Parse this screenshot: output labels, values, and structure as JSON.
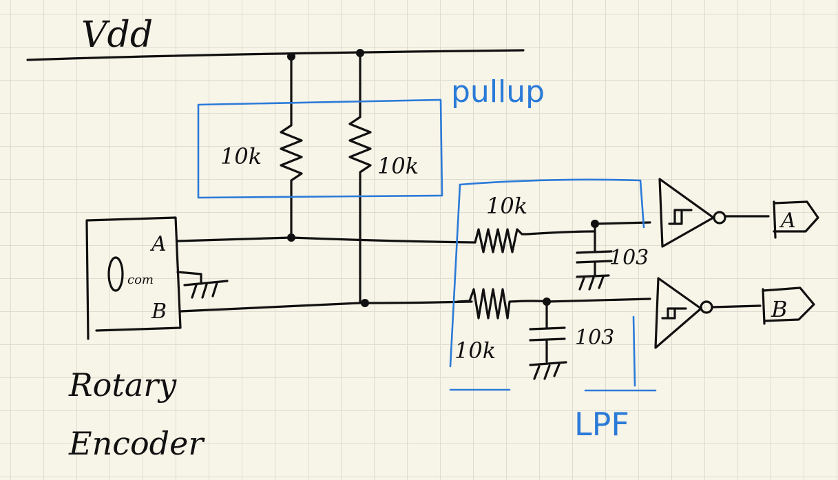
{
  "labels": {
    "vdd": "Vdd",
    "pullup": "pullup",
    "lpf": "LPF",
    "r_left": "10k",
    "r_right": "10k",
    "r_lpf_a": "10k",
    "r_lpf_b": "10k",
    "cap_a": "103",
    "cap_b": "103",
    "pin_a": "A",
    "pin_com": "com",
    "pin_b": "B",
    "encoder_line1": "Rotary",
    "encoder_line2": "Encoder",
    "out_a": "A",
    "out_b": "B"
  },
  "colors": {
    "ink": "#111111",
    "annotation": "#2a7ad8",
    "paper": "#f7f4e8",
    "grid": "#dedbd0"
  },
  "icons": {
    "ground": "ground-symbol-icon",
    "schmitt": "schmitt-inverter-icon",
    "resistor": "resistor-zigzag-icon",
    "capacitor": "capacitor-icon",
    "port": "output-port-icon",
    "knob": "encoder-knob-icon"
  }
}
